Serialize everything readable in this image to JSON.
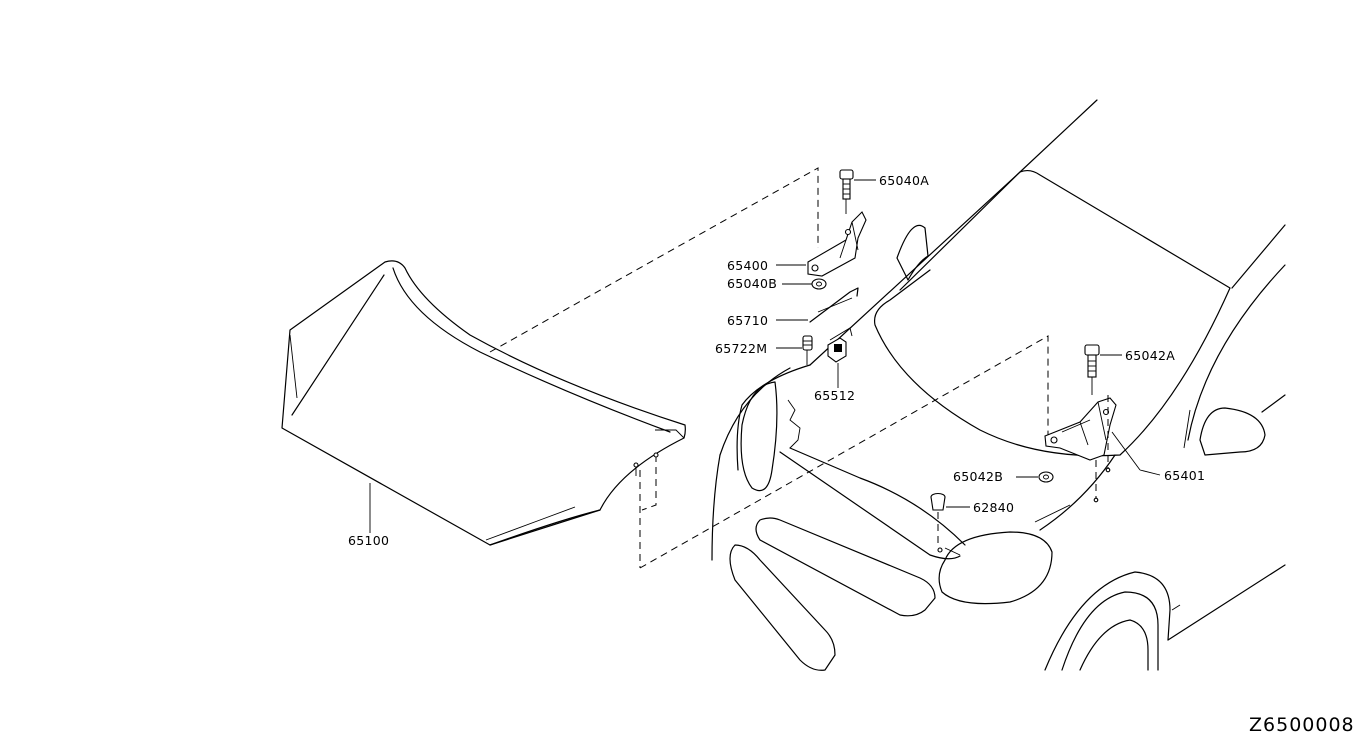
{
  "diagram": {
    "code": "Z6500008",
    "callouts": [
      {
        "id": "hood",
        "text": "65100"
      },
      {
        "id": "bolt-a-left",
        "text": "65040A"
      },
      {
        "id": "hinge-left",
        "text": "65400"
      },
      {
        "id": "nut-b-left",
        "text": "65040B"
      },
      {
        "id": "stay-rod",
        "text": "65710"
      },
      {
        "id": "grommet",
        "text": "65722M"
      },
      {
        "id": "rod-holder",
        "text": "65512"
      },
      {
        "id": "bolt-a-right",
        "text": "65042A"
      },
      {
        "id": "nut-b-right",
        "text": "65042B"
      },
      {
        "id": "hinge-right",
        "text": "65401"
      },
      {
        "id": "clip",
        "text": "62840"
      }
    ]
  }
}
